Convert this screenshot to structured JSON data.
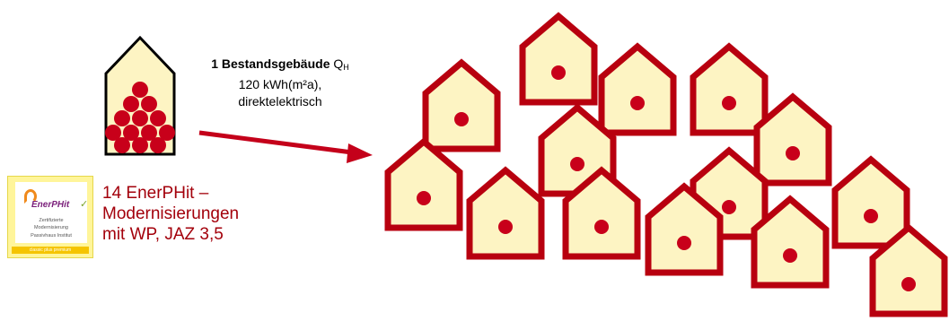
{
  "existing_building": {
    "title_bold": "1 Bestandsgebäude",
    "q_symbol": "Q",
    "q_subscript": "H",
    "line2": "120 kWh(m²a),",
    "line3": "direktelektrisch"
  },
  "retrofits_label": {
    "line1": "14 EnerPHit –",
    "line2": "Modernisierungen",
    "line3": "mit WP, JAZ 3,5"
  },
  "logo": {
    "brand": "EnerPHit",
    "line1": "Zertifizierte",
    "line2": "Modernisierung",
    "line3": "Passivhaus Institut",
    "bar_text": "classic  plus  premium"
  },
  "colors": {
    "house_fill": "#fdf4c3",
    "house_outline": "#b8000f",
    "dot": "#c8001a",
    "arrow": "#c4001a",
    "existing_outline": "#000000"
  },
  "house_count": 14
}
